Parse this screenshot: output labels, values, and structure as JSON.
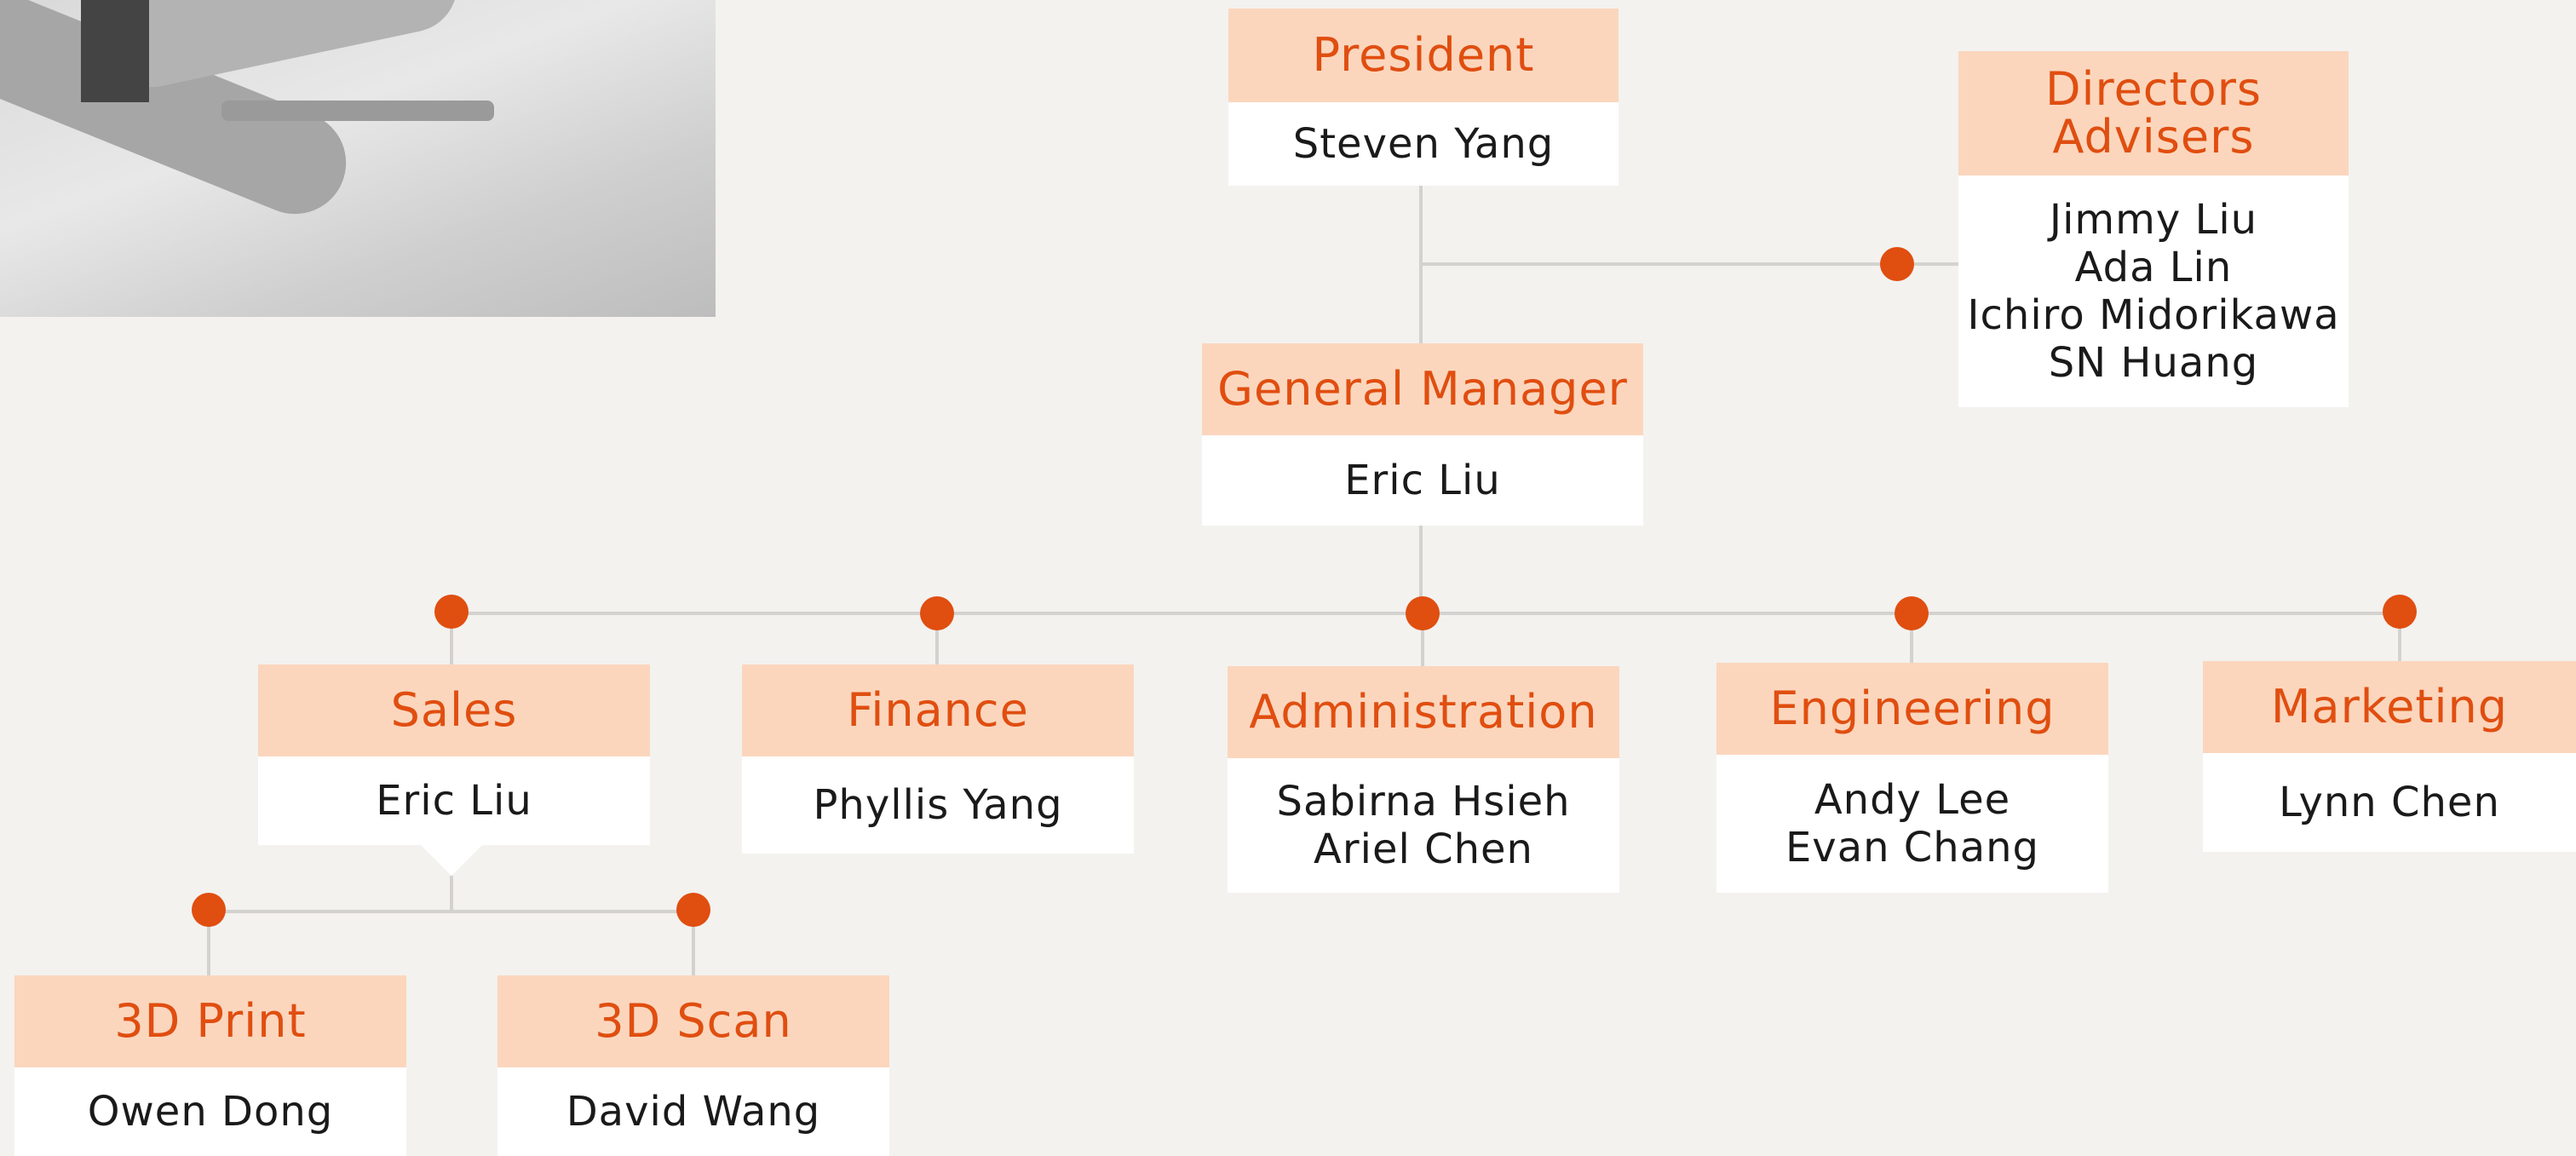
{
  "colors": {
    "accent": "#e04e10",
    "header_fill": "#fbd6bd",
    "background": "#f3f2ef",
    "connector": "#d4d2ce"
  },
  "president": {
    "title": "President",
    "names": [
      "Steven Yang"
    ]
  },
  "directors": {
    "title_lines": [
      "Directors",
      "Advisers"
    ],
    "names": [
      "Jimmy Liu",
      "Ada Lin",
      "Ichiro Midorikawa",
      "SN Huang"
    ]
  },
  "general_manager": {
    "title": "General Manager",
    "names": [
      "Eric Liu"
    ]
  },
  "departments": [
    {
      "title": "Sales",
      "names": [
        "Eric Liu"
      ]
    },
    {
      "title": "Finance",
      "names": [
        "Phyllis Yang"
      ]
    },
    {
      "title": "Administration",
      "names": [
        "Sabirna Hsieh",
        "Ariel Chen"
      ]
    },
    {
      "title": "Engineering",
      "names": [
        "Andy Lee",
        "Evan Chang"
      ]
    },
    {
      "title": "Marketing",
      "names": [
        "Lynn Chen"
      ]
    }
  ],
  "sales_units": [
    {
      "title": "3D Print",
      "names": [
        "Owen Dong"
      ]
    },
    {
      "title": "3D Scan",
      "names": [
        "David Wang"
      ]
    }
  ]
}
